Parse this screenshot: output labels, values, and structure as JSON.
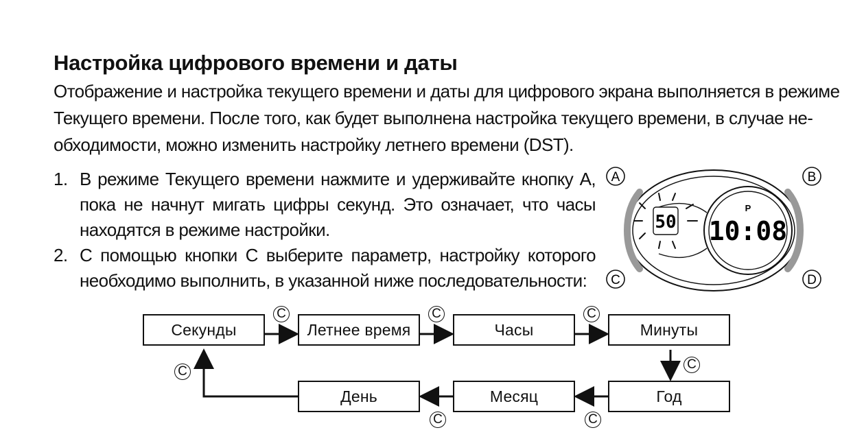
{
  "heading": "Настройка цифрового времени и даты",
  "intro_lines": [
    "Отображение и настройка текущего времени и даты для цифрового экрана выполняется в режиме",
    "Текущего времени. После того, как будет выполнена настройка текущего времени, в случае не-",
    "обходимости, можно изменить настройку летнего времени (DST)."
  ],
  "steps": [
    {
      "num": "1.",
      "lines": [
        "В режиме Текущего времени нажмите и удерживайте кнопку A,",
        "пока не начнут мигать цифры секунд. Это означает, что часы",
        "находятся в режиме настройки."
      ]
    },
    {
      "num": "2.",
      "lines": [
        "С помощью кнопки C выберите параметр, настройку которого",
        "необходимо выполнить, в указанной ниже последовательности:"
      ]
    }
  ],
  "watch": {
    "buttons": {
      "a": "A",
      "b": "B",
      "c": "C",
      "d": "D"
    },
    "seconds_display": "50",
    "pm_indicator": "P",
    "time_display": "10:08"
  },
  "flow": {
    "boxes": [
      "Секунды",
      "Летнее время",
      "Часы",
      "Минуты",
      "Год",
      "Месяц",
      "День"
    ],
    "button_label": "C"
  }
}
